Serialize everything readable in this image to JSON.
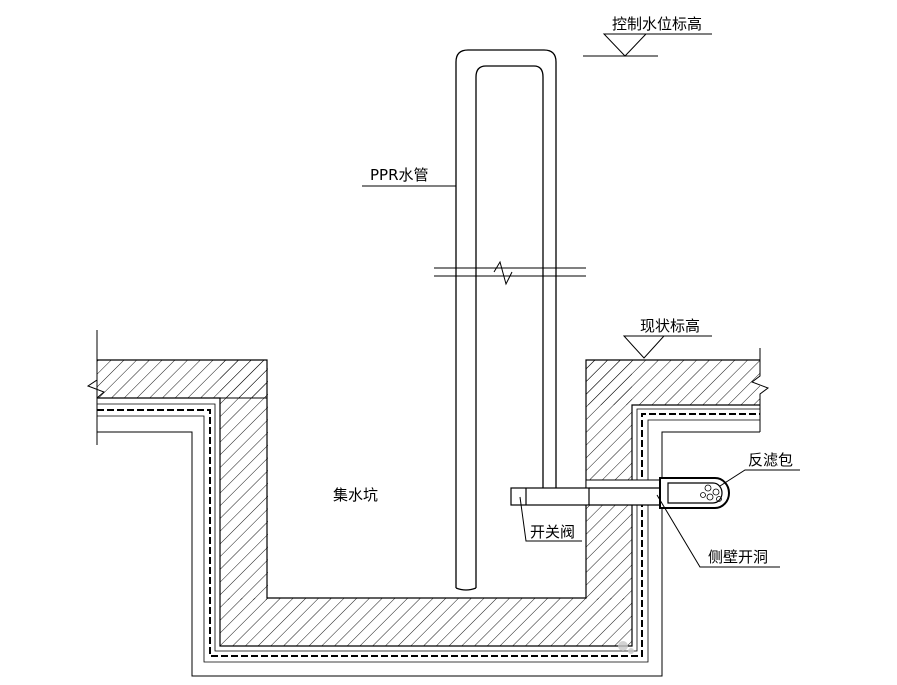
{
  "labels": {
    "control_level": "控制水位标高",
    "ppr_pipe": "PPR水管",
    "current_level": "现状标高",
    "sump": "集水坑",
    "filter_bag": "反滤包",
    "valve": "开关阀",
    "side_opening": "侧壁开洞"
  },
  "colors": {
    "line": "#000000",
    "hatch": "#000000",
    "background": "#ffffff",
    "watermark": "#c8c8c8"
  },
  "icons": {
    "level_marker": "triangle-level-marker",
    "break_symbol": "zigzag-break-symbol",
    "watermark": "watermark-logo"
  }
}
